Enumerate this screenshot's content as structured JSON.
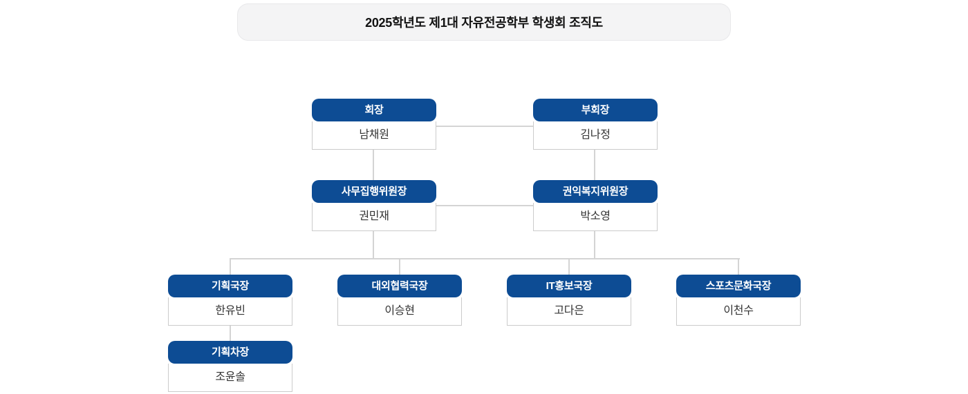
{
  "page_title": "2025학년도 제1대 자유전공학부 학생회 조직도",
  "colors": {
    "header_blue": "#0d4c94",
    "connector_gray": "#d4d4d4",
    "box_border_gray": "#cbcbcb",
    "title_bg": "#f4f4f5",
    "title_border": "#e8e8ea",
    "name_text": "#333333",
    "title_text": "#111111"
  },
  "nodes": {
    "president": {
      "role": "회장",
      "name": "남채원"
    },
    "vice_president": {
      "role": "부회장",
      "name": "김나정"
    },
    "executive_committee_chair": {
      "role": "사무집행위원장",
      "name": "권민재"
    },
    "rights_welfare_chair": {
      "role": "권익복지위원장",
      "name": "박소영"
    },
    "planning_director": {
      "role": "기획국장",
      "name": "한유빈"
    },
    "external_cooperation_director": {
      "role": "대외협력국장",
      "name": "이승현"
    },
    "it_pr_director": {
      "role": "IT홍보국장",
      "name": "고다은"
    },
    "sports_culture_director": {
      "role": "스포츠문화국장",
      "name": "이천수"
    },
    "planning_deputy_director": {
      "role": "기획차장",
      "name": "조윤솔"
    }
  },
  "hierarchy": {
    "edges": [
      {
        "from": "president",
        "to": "vice_president",
        "type": "lateral"
      },
      {
        "from": "executive_committee_chair",
        "to": "rights_welfare_chair",
        "type": "lateral"
      },
      {
        "from": "president",
        "to": "executive_committee_chair",
        "type": "reports"
      },
      {
        "from": "vice_president",
        "to": "rights_welfare_chair",
        "type": "reports"
      },
      {
        "from": [
          "executive_committee_chair",
          "rights_welfare_chair"
        ],
        "to": [
          "planning_director",
          "external_cooperation_director",
          "it_pr_director",
          "sports_culture_director"
        ],
        "type": "shared-bus"
      },
      {
        "from": "planning_director",
        "to": "planning_deputy_director",
        "type": "reports"
      }
    ]
  }
}
